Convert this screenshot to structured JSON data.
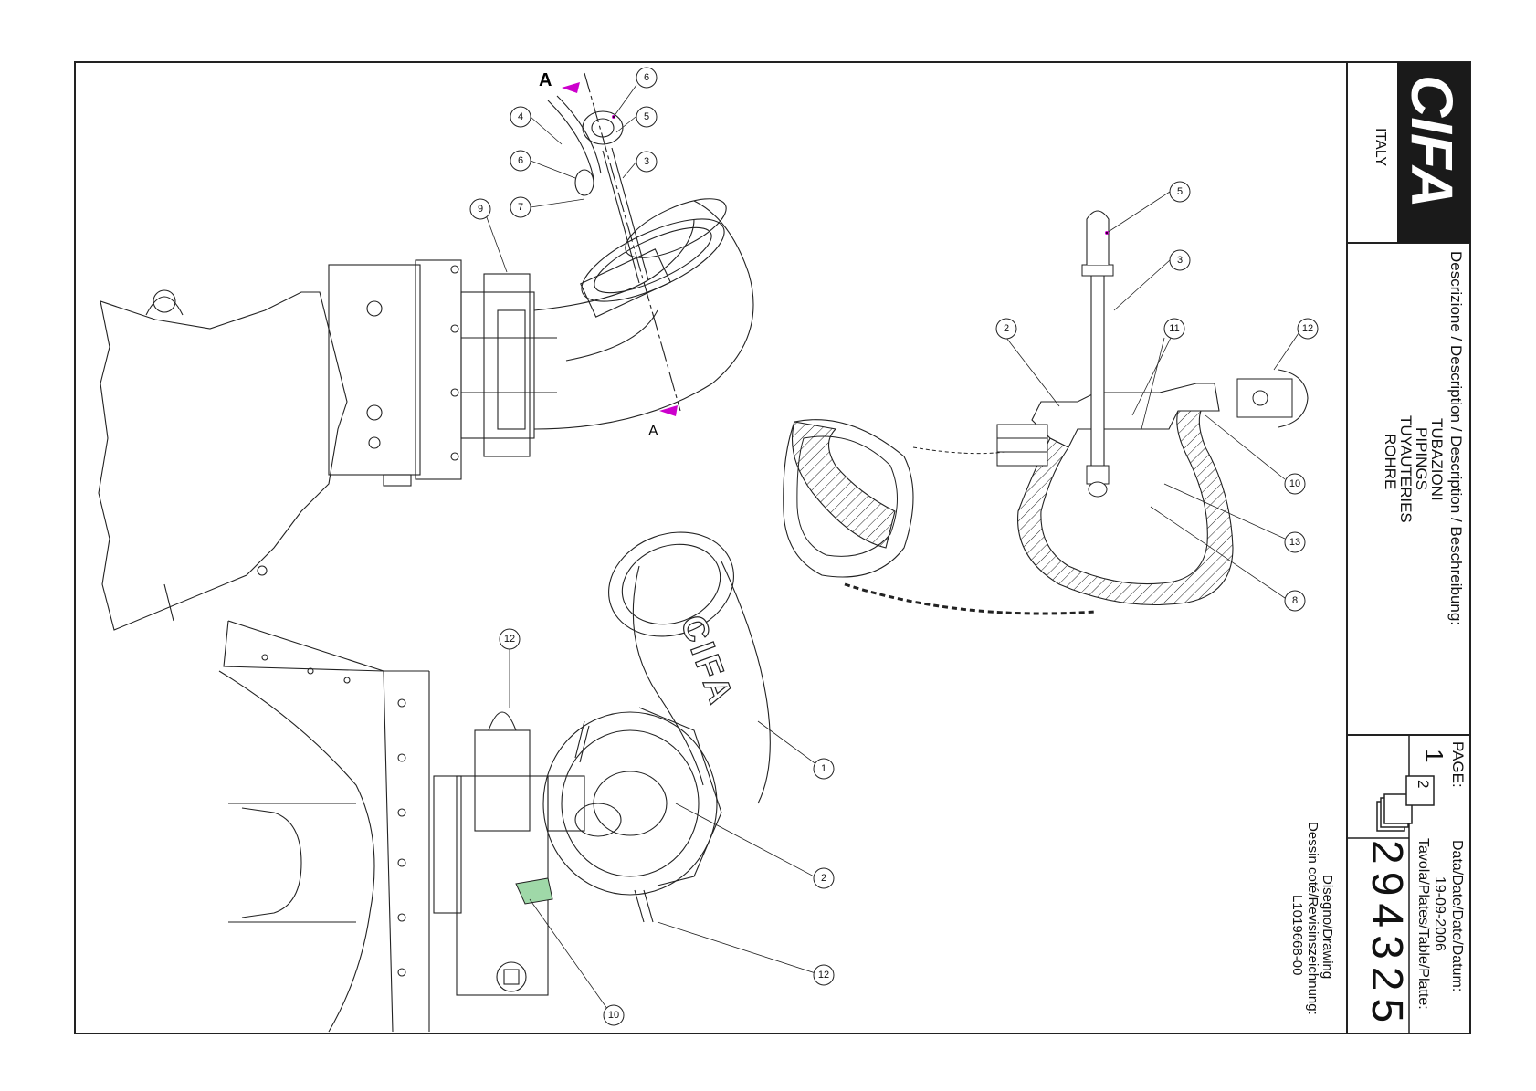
{
  "brand": {
    "logo_text": "CIFA",
    "country": "ITALY"
  },
  "description": {
    "label": "Descrizione / Description / Description / Beschreibung:",
    "lines": [
      "TUBAZIONI",
      "PIPINGS",
      "TUYAUTERIES",
      "ROHRE"
    ]
  },
  "page": {
    "label": "PAGE:",
    "current": "1",
    "total": "2"
  },
  "date": {
    "label": "Data/Date/Date/Datum:",
    "value": "19-09-2006"
  },
  "plate": {
    "label": "Tavola/Plates/Table/Platte:",
    "number": "29432",
    "last_digit": "5"
  },
  "drawing": {
    "label1": "Disegno/Drawing",
    "label2": "Dessin coté/Revisinszeichnung:",
    "code": "L1019668-00"
  },
  "section": {
    "top_label": "A",
    "bottom_label": "A"
  },
  "pipe_lettering": "CIFA",
  "callouts": {
    "top_left": [
      "6",
      "5",
      "4",
      "6",
      "3",
      "9",
      "7"
    ],
    "right": [
      "5",
      "3",
      "2",
      "11",
      "12",
      "10",
      "13",
      "8"
    ],
    "bottom": [
      "12",
      "1",
      "2",
      "12",
      "10"
    ]
  },
  "colors": {
    "section_arrow": "#cc00cc",
    "highlight": "#9fd8a8",
    "frame": "#222222"
  }
}
